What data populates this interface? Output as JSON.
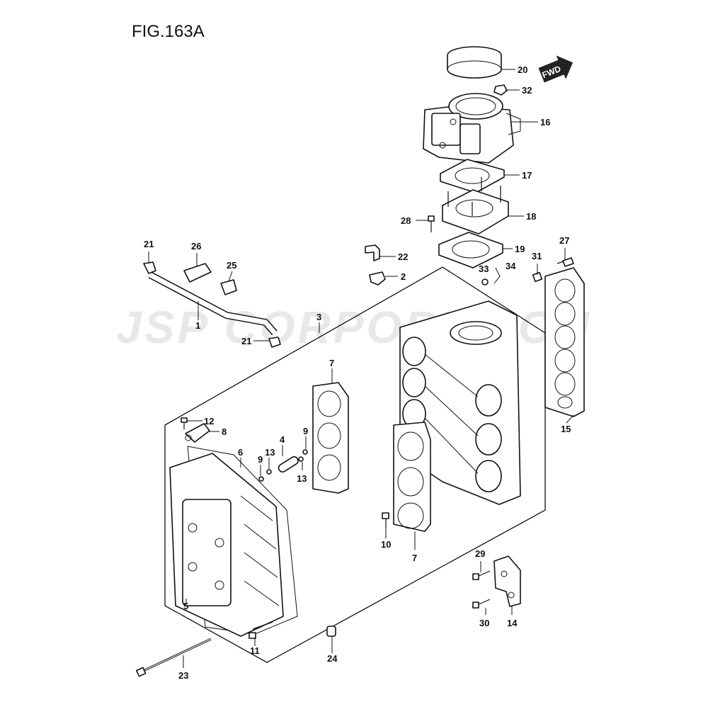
{
  "figure": {
    "title": "FIG.163A",
    "fwd_label": "FWD",
    "watermark": "JSP CORPORATION"
  },
  "callouts": [
    {
      "id": "20",
      "label": "20"
    },
    {
      "id": "32",
      "label": "32"
    },
    {
      "id": "16",
      "label": "16"
    },
    {
      "id": "17",
      "label": "17"
    },
    {
      "id": "18",
      "label": "18"
    },
    {
      "id": "28",
      "label": "28"
    },
    {
      "id": "19",
      "label": "19"
    },
    {
      "id": "22",
      "label": "22"
    },
    {
      "id": "2",
      "label": "2"
    },
    {
      "id": "27",
      "label": "27"
    },
    {
      "id": "31",
      "label": "31"
    },
    {
      "id": "33",
      "label": "33"
    },
    {
      "id": "34",
      "label": "34"
    },
    {
      "id": "21a",
      "label": "21"
    },
    {
      "id": "26",
      "label": "26"
    },
    {
      "id": "25",
      "label": "25"
    },
    {
      "id": "1",
      "label": "1"
    },
    {
      "id": "21b",
      "label": "21"
    },
    {
      "id": "3",
      "label": "3"
    },
    {
      "id": "15",
      "label": "15"
    },
    {
      "id": "7a",
      "label": "7"
    },
    {
      "id": "12",
      "label": "12"
    },
    {
      "id": "8",
      "label": "8"
    },
    {
      "id": "6",
      "label": "6"
    },
    {
      "id": "9a",
      "label": "9"
    },
    {
      "id": "13a",
      "label": "13"
    },
    {
      "id": "4",
      "label": "4"
    },
    {
      "id": "9b",
      "label": "9"
    },
    {
      "id": "13b",
      "label": "13"
    },
    {
      "id": "10",
      "label": "10"
    },
    {
      "id": "7b",
      "label": "7"
    },
    {
      "id": "29",
      "label": "29"
    },
    {
      "id": "5",
      "label": "5"
    },
    {
      "id": "30",
      "label": "30"
    },
    {
      "id": "14",
      "label": "14"
    },
    {
      "id": "11",
      "label": "11"
    },
    {
      "id": "24",
      "label": "24"
    },
    {
      "id": "23",
      "label": "23"
    }
  ]
}
